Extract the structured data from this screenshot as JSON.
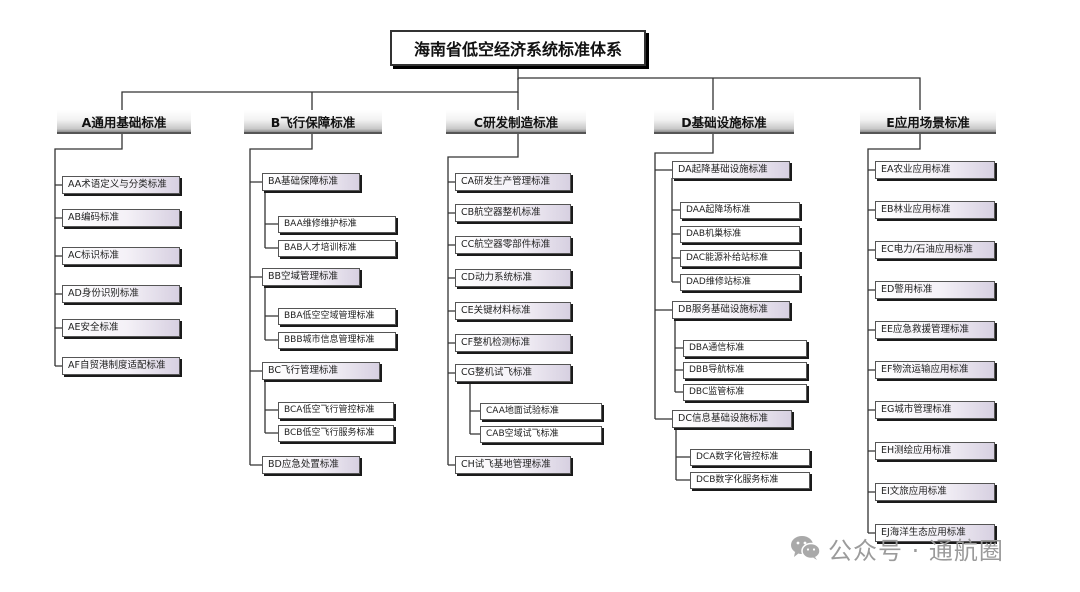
{
  "title": "海南省低空经济系统标准体系",
  "categories": [
    {
      "label": "A通用基础标准",
      "items": [
        "AA术语定义与分类标准",
        "AB编码标准",
        "AC标识标准",
        "AD身份识别标准",
        "AE安全标准",
        "AF自贸港制度适配标准"
      ]
    },
    {
      "label": "B飞行保障标准",
      "items": [
        "BA基础保障标准",
        "BAA维修维护标准",
        "BAB人才培训标准",
        "BB空域管理标准",
        "BBA低空空域管理标准",
        "BBB城市信息管理标准",
        "BC飞行管理标准",
        "BCA低空飞行管控标准",
        "BCB低空飞行服务标准",
        "BD应急处置标准"
      ]
    },
    {
      "label": "C研发制造标准",
      "items": [
        "CA研发生产管理标准",
        "CB航空器整机标准",
        "CC航空器零部件标准",
        "CD动力系统标准",
        "CE关键材料标准",
        "CF整机检测标准",
        "CG整机试飞标准",
        "CAA地面试验标准",
        "CAB空域试飞标准",
        "CH试飞基地管理标准"
      ]
    },
    {
      "label": "D基础设施标准",
      "items": [
        "DA起降基础设施标准",
        "DAA起降场标准",
        "DAB机巢标准",
        "DAC能源补给站标准",
        "DAD维修站标准",
        "DB服务基础设施标准",
        "DBA通信标准",
        "DBB导航标准",
        "DBC监管标准",
        "DC信息基础设施标准",
        "DCA数字化管控标准",
        "DCB数字化服务标准"
      ]
    },
    {
      "label": "E应用场景标准",
      "items": [
        "EA农业应用标准",
        "EB林业应用标准",
        "EC电力/石油应用标准",
        "ED警用标准",
        "EE应急救援管理标准",
        "EF物流运输应用标准",
        "EG城市管理标准",
        "EH测绘应用标准",
        "EI文旅应用标准",
        "EJ海洋生态应用标准"
      ]
    }
  ],
  "watermark": "公众号 · 通航圈"
}
